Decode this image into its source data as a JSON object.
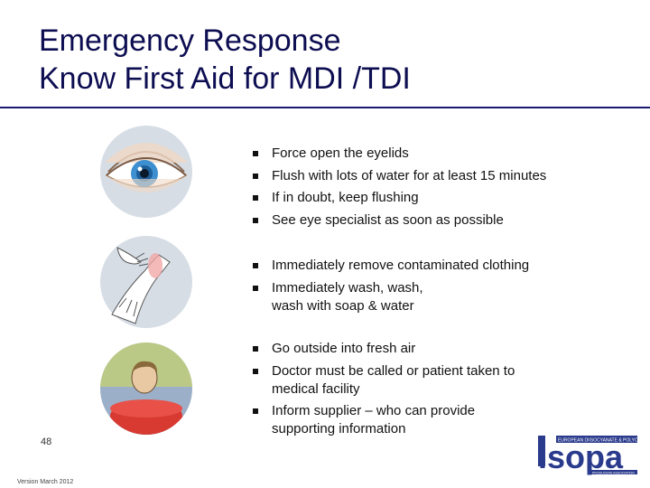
{
  "title": {
    "line1": "Emergency Response",
    "line2": "Know First Aid for MDI /TDI"
  },
  "sections": {
    "eye": {
      "icon": "eye-icon",
      "bullets": [
        "Force open the eyelids",
        "Flush with lots of water for at least 15 minutes",
        "If in doubt, keep flushing",
        "See eye specialist as soon as possible"
      ]
    },
    "skin": {
      "icon": "skin-contact-icon",
      "bullets": [
        "Immediately remove contaminated clothing",
        "Immediately wash, wash, wash with soap & water"
      ]
    },
    "inhalation": {
      "icon": "inhalation-person-icon",
      "bullets": [
        "Go outside into fresh air",
        "Doctor must be called or patient taken to medical facility",
        "Inform supplier – who can provide supporting information"
      ]
    }
  },
  "footer": {
    "page_number": "48",
    "version": "Version March 2012"
  },
  "logo": {
    "name": "isopa-logo",
    "text": "isopa",
    "tagline": "EUROPEAN DIISOCYANATE & POLYOL PRODUCERS ASSOCIATION"
  },
  "colors": {
    "title": "#0d0d52",
    "rule": "#1a1a6e",
    "icon_circle": "#d6dde5",
    "logo_blue": "#2a3a8c"
  }
}
